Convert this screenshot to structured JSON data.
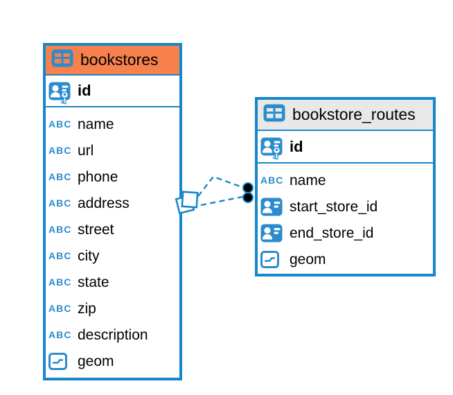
{
  "diagram": {
    "background_color": "#ffffff",
    "accent_blue": "#1787c9",
    "tables": [
      {
        "title": "bookstores",
        "header_color": "#f6814d",
        "primary_key": {
          "name": "id",
          "type": "primary-key"
        },
        "columns": [
          {
            "name": "name",
            "type": "text"
          },
          {
            "name": "url",
            "type": "text"
          },
          {
            "name": "phone",
            "type": "text"
          },
          {
            "name": "address",
            "type": "text"
          },
          {
            "name": "street",
            "type": "text"
          },
          {
            "name": "city",
            "type": "text"
          },
          {
            "name": "state",
            "type": "text"
          },
          {
            "name": "zip",
            "type": "text"
          },
          {
            "name": "description",
            "type": "text"
          },
          {
            "name": "geom",
            "type": "geometry"
          }
        ]
      },
      {
        "title": "bookstore_routes",
        "header_color": "#e8e8e8",
        "primary_key": {
          "name": "id",
          "type": "primary-key"
        },
        "columns": [
          {
            "name": "name",
            "type": "text"
          },
          {
            "name": "start_store_id",
            "type": "foreign-key"
          },
          {
            "name": "end_store_id",
            "type": "foreign-key"
          },
          {
            "name": "geom",
            "type": "geometry"
          }
        ]
      }
    ],
    "relation": {
      "from_table": "bookstores",
      "to_table": "bookstore_routes",
      "line_style": "dashed",
      "lines_count": 2,
      "left_endpoint": "stacked-squares-marker",
      "right_endpoint": "stacked-filled-circles-marker",
      "line_color": "#1787c9"
    },
    "icons": {
      "text_type_glyph": "ABC",
      "table-icon": "grid-table",
      "primary-key-icon": "person-card-with-key",
      "foreign-key-icon": "person-card",
      "geometry-type-icon": "box-with-polyline"
    }
  }
}
